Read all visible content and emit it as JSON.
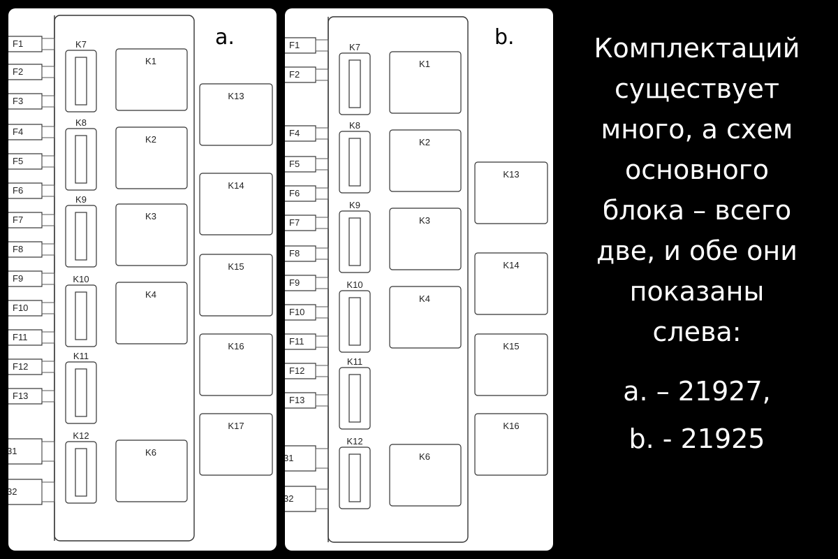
{
  "panels": [
    {
      "letter": "a.",
      "fuses": [
        "F1",
        "F2",
        "F3",
        "F4",
        "F5",
        "F6",
        "F7",
        "F8",
        "F9",
        "F10",
        "F11",
        "F12",
        "F13"
      ],
      "bottom_connectors": [
        "31",
        "32"
      ],
      "small_relays": [
        "K7",
        "K8",
        "K9",
        "K10",
        "K11",
        "K12"
      ],
      "big_relays": [
        "K1",
        "K2",
        "K3",
        "K4",
        "K6"
      ],
      "side_relays": [
        "K13",
        "K14",
        "K15",
        "K16",
        "K17"
      ]
    },
    {
      "letter": "b.",
      "fuses": [
        "F1",
        "F2",
        "F4",
        "F5",
        "F6",
        "F7",
        "F8",
        "F9",
        "F10",
        "F11",
        "F12",
        "F13"
      ],
      "bottom_connectors": [
        "31",
        "32"
      ],
      "small_relays": [
        "K7",
        "K8",
        "K9",
        "K10",
        "K11",
        "K12"
      ],
      "big_relays": [
        "K1",
        "K2",
        "K3",
        "K4",
        "K6"
      ],
      "side_relays": [
        "K13",
        "K14",
        "K15",
        "K16"
      ]
    }
  ],
  "caption": {
    "lines": [
      "Комплектаций",
      "существует",
      "много, а схем",
      "основного",
      "блока – всего",
      "две, и обе они",
      "показаны",
      "слева:"
    ],
    "model_a": "a. – 21927,",
    "model_b": "b. - 21925"
  }
}
